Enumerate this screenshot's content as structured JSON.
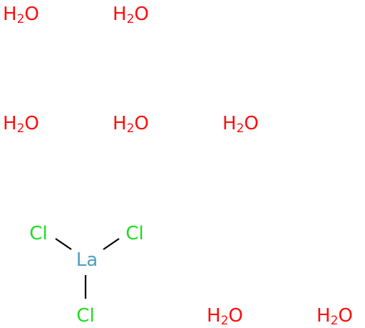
{
  "colors": {
    "oxygen": "#ff0d0d",
    "chlorine": "#1fdc1f",
    "lanthanum": "#4f9fbf",
    "bond": "#000000",
    "background": "#ffffff"
  },
  "water": {
    "h": "H",
    "sub": "2",
    "o": "O",
    "count": 7
  },
  "metal": {
    "label": "La"
  },
  "chloride": {
    "label": "Cl",
    "count": 3
  }
}
